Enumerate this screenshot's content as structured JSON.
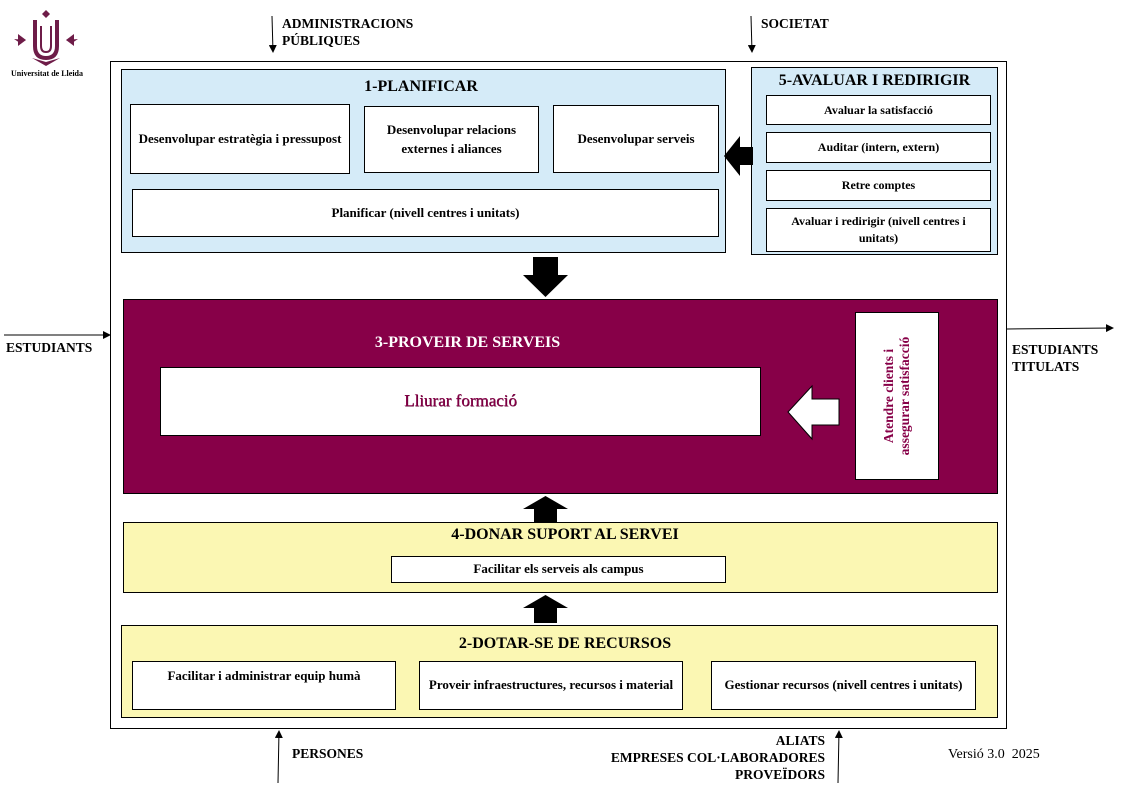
{
  "logo": {
    "caption": "Universitat de Lleida"
  },
  "externals": {
    "admin_line1": "ADMINISTRACIONS",
    "admin_line2": "PÚBLIQUES",
    "societat": "SOCIETAT",
    "estudiants_in": "ESTUDIANTS",
    "estudiants_out_line1": "ESTUDIANTS",
    "estudiants_out_line2": "TITULATS",
    "persones": "PERSONES",
    "aliats_line1": "ALIATS",
    "aliats_line2": "EMPRESES COL·LABORADORES",
    "aliats_line3": "PROVEÏDORS"
  },
  "version": "Versió 3.0  2025",
  "planificar": {
    "title": "1-PLANIFICAR",
    "box1": "Desenvolupar estratègia i pressupost",
    "box2": "Desenvolupar relacions externes i aliances",
    "box3": "Desenvolupar serveis",
    "box4": "Planificar (nivell centres i unitats)"
  },
  "avaluar": {
    "title": "5-AVALUAR I REDIRIGIR",
    "items": [
      "Avaluar la satisfacció",
      "Auditar (intern, extern)",
      "Retre comptes",
      "Avaluar i redirigir (nivell centres i unitats)"
    ]
  },
  "proveir": {
    "title": "3-PROVEIR DE SERVEIS",
    "main_box": "Lliurar formació",
    "side_box": "Atendre clients i assegurar satisfacció"
  },
  "suport": {
    "title": "4-DONAR SUPORT AL SERVEI",
    "box": "Facilitar els serveis als campus"
  },
  "recursos": {
    "title": "2-DOTAR-SE DE RECURSOS",
    "box1": "Facilitar i administrar equip humà",
    "box2": "Proveir infraestructures, recursos i material",
    "box3": "Gestionar recursos (nivell centres i unitats)"
  },
  "colors": {
    "planificar_bg": "#d5ebf8",
    "proveir_bg": "#870048",
    "suport_bg": "#fbf7b3",
    "accent_text": "#870048"
  }
}
